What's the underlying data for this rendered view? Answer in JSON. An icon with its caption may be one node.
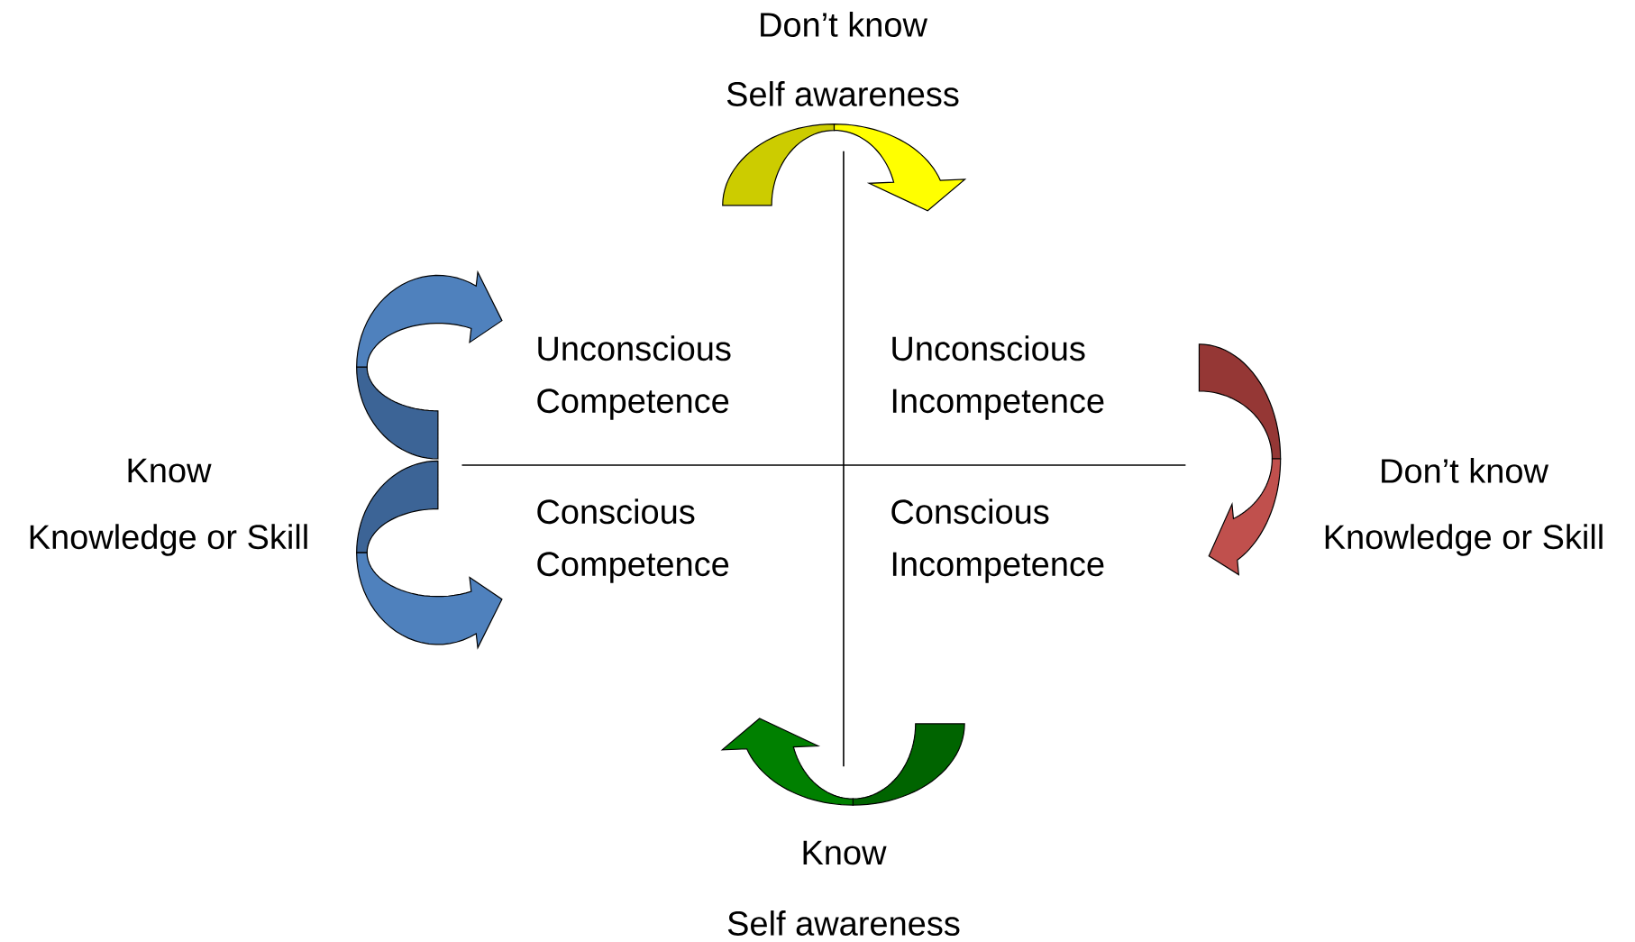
{
  "diagram": {
    "labels": [
      "Don’t know",
      "Self awareness",
      "Unconscious Competence",
      "Unconscious Incompetence",
      "Know",
      "Knowledge or Skill",
      "Don’t know",
      "Knowledge or Skill",
      "Conscious Competence",
      "Conscious Incompetence",
      "Know",
      "Self awareness"
    ]
  }
}
